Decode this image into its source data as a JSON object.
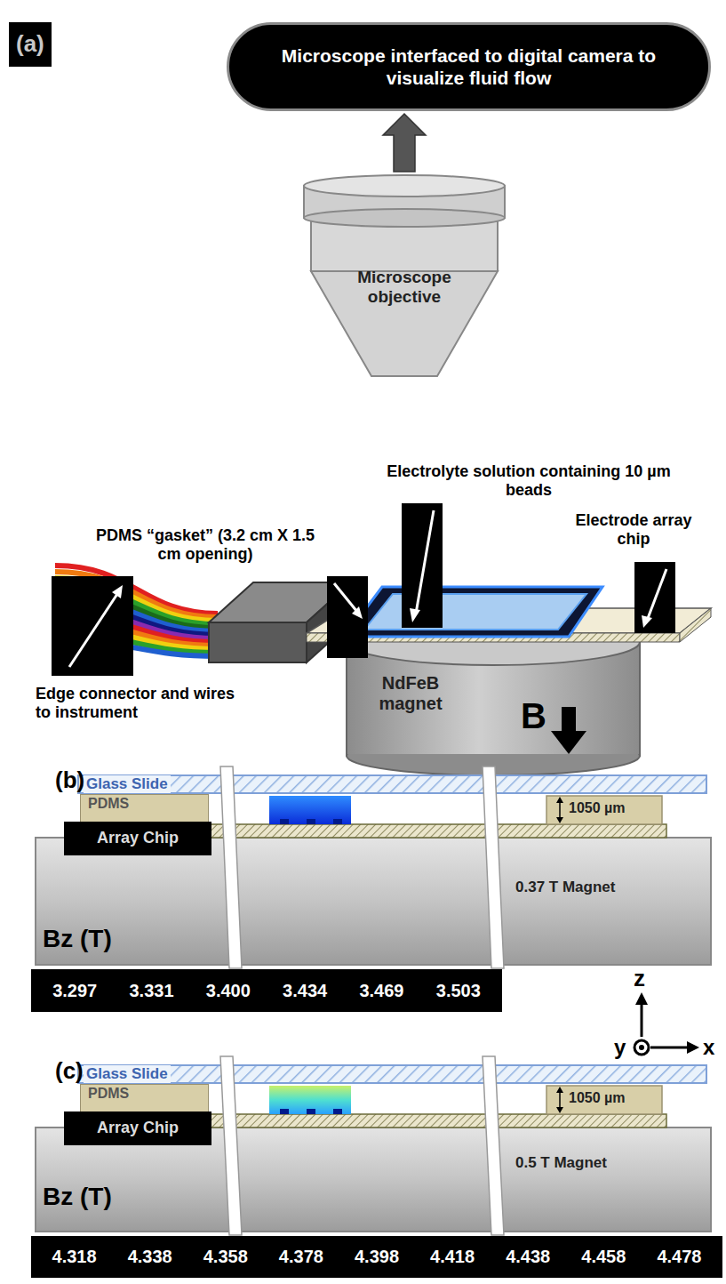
{
  "diagram": {
    "nodes": [
      {
        "text": [
          "Microscope interfaced to digital camera to visualize fluid flow"
        ]
      },
      {
        "text": [
          "Microscope objective"
        ]
      },
      {
        "text": [
          "NdFeB magnet",
          "B"
        ]
      },
      {
        "text": [
          "Glass Slide"
        ]
      },
      {
        "text": [
          "PDMS"
        ]
      },
      {
        "text": [
          "Array Chip"
        ]
      },
      {
        "text": [
          "0.37 T Magnet"
        ]
      },
      {
        "text": [
          "Glass Slide"
        ]
      },
      {
        "text": [
          "PDMS"
        ]
      },
      {
        "text": [
          "Array Chip"
        ]
      },
      {
        "text": [
          "0.5 T Magnet"
        ]
      }
    ],
    "edges": [
      {
        "from": 1,
        "to": 0,
        "arrow": "to"
      }
    ],
    "labels": [
      "(a)",
      "Electrolyte solution containing 10 µm beads",
      "PDMS “gasket” (3.2 cm X 1.5 cm opening)",
      "Electrode array chip",
      "Edge connector and wires to instrument",
      "(b)",
      "1050 µm",
      "Bz (T)",
      "3.297",
      "3.331",
      "3.400",
      "3.434",
      "3.469",
      "3.503",
      "z",
      "y",
      "x",
      "(c)",
      "1050 µm",
      "Bz (T)",
      "4.318",
      "4.338",
      "4.358",
      "4.378",
      "4.398",
      "4.418",
      "4.438",
      "4.458",
      "4.478"
    ]
  }
}
